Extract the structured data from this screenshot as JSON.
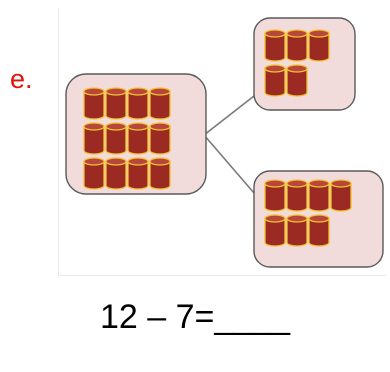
{
  "problem": {
    "letter": "e.",
    "equation": "12 – 7=____"
  },
  "number_bond": {
    "whole": {
      "count": 12,
      "columns": 4
    },
    "parts": [
      {
        "count": 5,
        "columns": 3
      },
      {
        "count": 7,
        "columns": 4
      }
    ]
  },
  "colors": {
    "letter": "#e3120b",
    "box_fill": "#f1dcdb",
    "box_stroke": "#5a5a5a",
    "connector": "#7a7a7a",
    "can_body": "#9b2a22",
    "can_top": "#b8463a",
    "can_outline": "#f2c230",
    "text": "#000000"
  },
  "icons": {
    "unit": "can-icon"
  }
}
